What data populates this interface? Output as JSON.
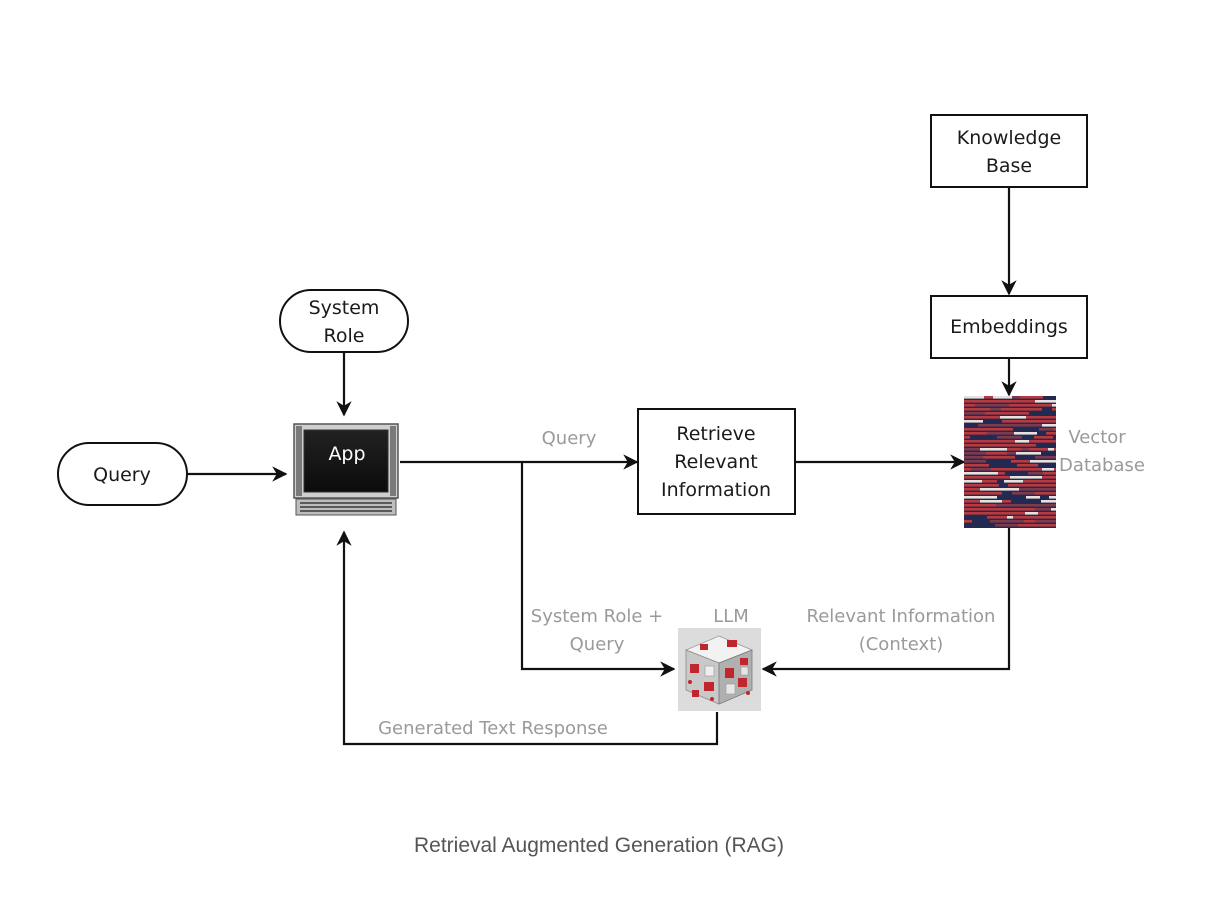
{
  "nodes": {
    "query": {
      "label": "Query"
    },
    "system_role": {
      "line1": "System",
      "line2": "Role"
    },
    "app": {
      "label": "App"
    },
    "retrieve": {
      "line1": "Retrieve",
      "line2": "Relevant",
      "line3": "Information"
    },
    "knowledge_base": {
      "line1": "Knowledge",
      "line2": "Base"
    },
    "embeddings": {
      "label": "Embeddings"
    },
    "vector_db": {
      "line1": "Vector",
      "line2": "Database"
    },
    "llm": {
      "label": "LLM"
    }
  },
  "edges": {
    "app_to_retrieve": "Query",
    "to_llm_line1": "System Role +",
    "to_llm_line2": "Query",
    "context_line1": "Relevant Information",
    "context_line2": "(Context)",
    "response": "Generated Text Response"
  },
  "caption": "Retrieval Augmented Generation (RAG)",
  "colors": {
    "stroke": "#111111",
    "edge_label": "#9a9a9a",
    "vector_red": "#b83a3e",
    "vector_navy": "#232a52",
    "llm_red": "#c0272d"
  },
  "icons": {
    "app": "computer-terminal-icon",
    "vector_db": "vector-stripes-icon",
    "llm": "cube-icon"
  }
}
